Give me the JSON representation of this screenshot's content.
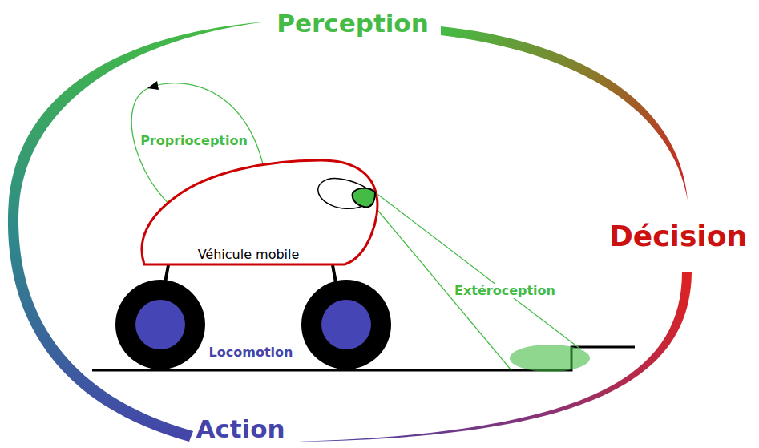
{
  "diagram": {
    "nodes": [
      {
        "text": [
          "Véhicule mobile"
        ]
      }
    ],
    "labels": [
      "Perception",
      "Décision",
      "Action",
      "Proprioception",
      "Extéroception",
      "Locomotion"
    ]
  }
}
